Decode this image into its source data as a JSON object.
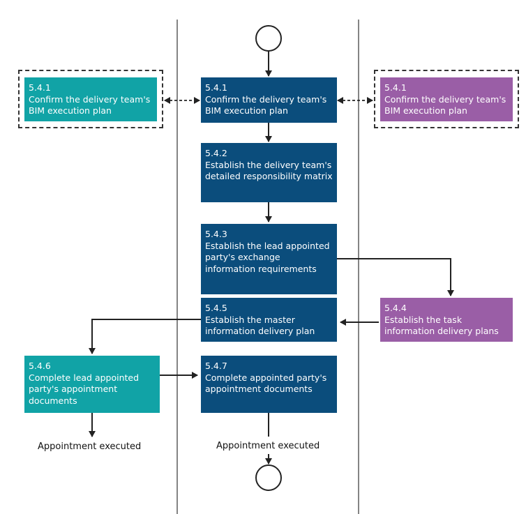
{
  "boxes": {
    "center_541": {
      "num": "5.4.1",
      "text": "Confirm the delivery team's BIM execution plan"
    },
    "left_541": {
      "num": "5.4.1",
      "text": "Confirm the delivery team's BIM execution plan"
    },
    "right_541": {
      "num": "5.4.1",
      "text": "Confirm the delivery team's BIM execution plan"
    },
    "b542": {
      "num": "5.4.2",
      "text": "Establish the delivery team's detailed responsibility matrix"
    },
    "b543": {
      "num": "5.4.3",
      "text": "Establish the lead appointed party's exchange information requirements"
    },
    "b545": {
      "num": "5.4.5",
      "text": "Establish the master information delivery plan"
    },
    "b544": {
      "num": "5.4.4",
      "text": "Establish the task information delivery plans"
    },
    "b546": {
      "num": "5.4.6",
      "text": "Complete lead appointed party's appointment documents"
    },
    "b547": {
      "num": "5.4.7",
      "text": "Complete appointed party's appointment documents"
    }
  },
  "labels": {
    "left_executed": "Appointment executed",
    "center_executed": "Appointment executed"
  },
  "colors": {
    "navy": "#0b4d7c",
    "teal": "#11a3a6",
    "purple": "#9a5ea6",
    "line": "#222222"
  }
}
